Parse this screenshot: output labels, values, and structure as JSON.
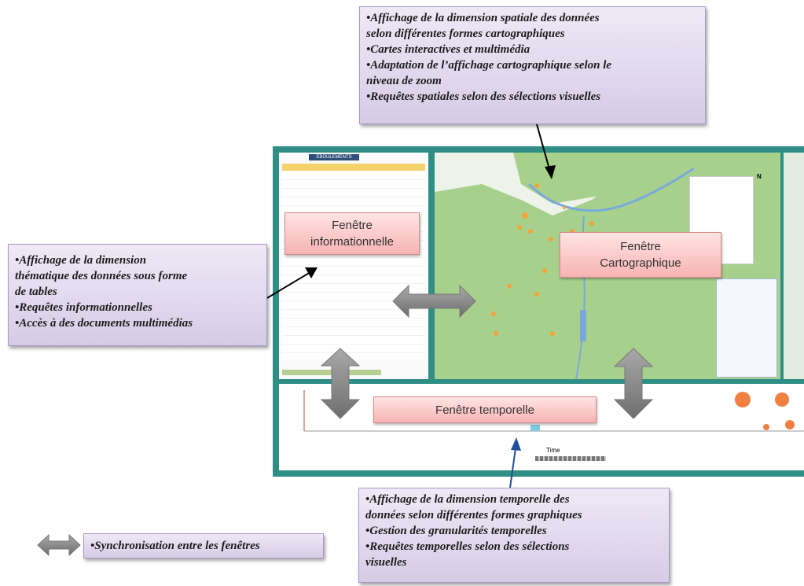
{
  "callouts": {
    "spatial": [
      "•Affichage de la dimension spatiale des données",
      "selon différentes formes cartographiques",
      "•Cartes interactives et multimédia",
      "•Adaptation de l’affichage cartographique selon le",
      "niveau de zoom",
      "•Requêtes spatiales selon des sélections visuelles"
    ],
    "thematic": [
      "•Affichage de la dimension",
      "thématique des données sous forme",
      "de tables",
      "•Requêtes informationnelles",
      "•Accès à des documents multimédias"
    ],
    "temporal": [
      "•Affichage de la dimension temporelle des",
      "données selon différentes formes graphiques",
      "•Gestion des granularités temporelles",
      "•Requêtes temporelles selon des sélections",
      "visuelles"
    ],
    "sync": "•Synchronisation entre les fenêtres"
  },
  "windows": {
    "info_line1": "Fenêtre",
    "info_line2": "informationnelle",
    "carto_line1": "Fenêtre",
    "carto_line2": "Cartographique",
    "temporal": "Fenêtre temporelle"
  },
  "ui": {
    "table_tab": "EBOULEMENTS",
    "north": "N",
    "time_label": "Time"
  },
  "colors": {
    "frame": "#2f8f86",
    "callout": "#ddd3ea",
    "map_green": "#a8d08d",
    "arrow": "#808080",
    "tag": "#f7b3b3"
  }
}
